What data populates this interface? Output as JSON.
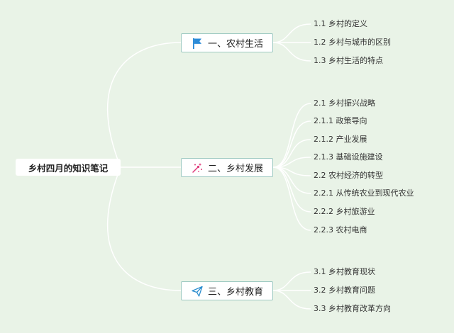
{
  "root": {
    "label": "乡村四月的知识笔记"
  },
  "branches": [
    {
      "label": "一、农村生活",
      "icon": "flag-icon",
      "icon_color": "#2b8bd8",
      "items": [
        "1.1 乡村的定义",
        "1.2 乡村与城市的区别",
        "1.3 乡村生活的特点"
      ]
    },
    {
      "label": "二、乡村发展",
      "icon": "sparkle-icon",
      "icon_color": "#e0397a",
      "items": [
        "2.1 乡村振兴战略",
        "2.1.1 政策导向",
        "2.1.2 产业发展",
        "2.1.3 基础设施建设",
        "2.2 农村经济的转型",
        "2.2.1 从传统农业到现代农业",
        "2.2.2 乡村旅游业",
        "2.2.3 农村电商"
      ]
    },
    {
      "label": "三、乡村教育",
      "icon": "paper-plane-icon",
      "icon_color": "#2f8fcf",
      "items": [
        "3.1 乡村教育现状",
        "3.2 乡村教育问题",
        "3.3 乡村教育改革方向"
      ]
    }
  ],
  "colors": {
    "background": "#e9f3e7",
    "connector": "#ffffff",
    "branch_border": "#9ec9c2"
  }
}
